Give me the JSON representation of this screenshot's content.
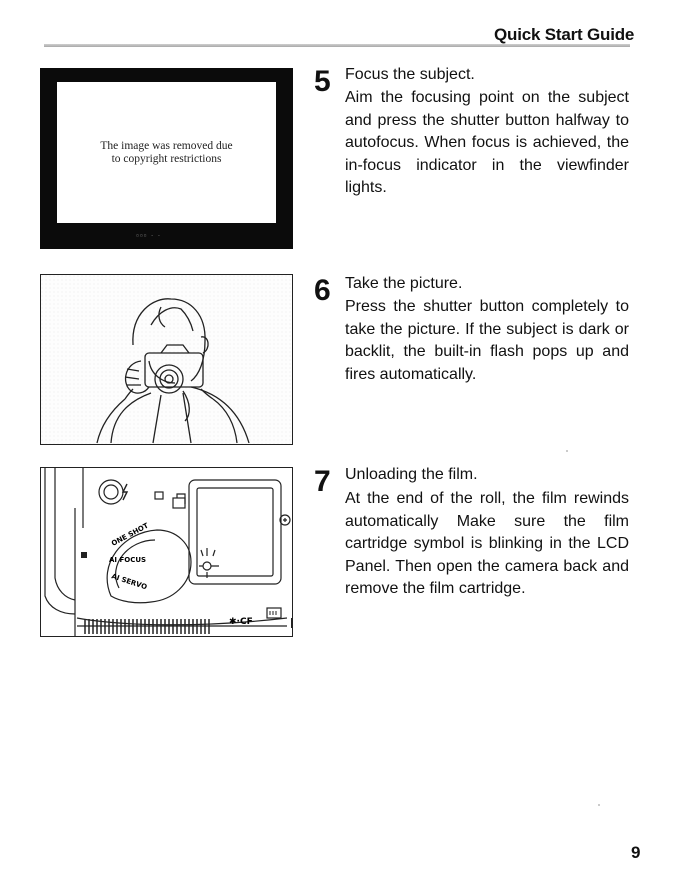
{
  "header": {
    "title": "Quick Start Guide"
  },
  "figures": {
    "viewfinder": {
      "notice_line1": "The image was removed due",
      "notice_line2": "to copyright restrictions"
    },
    "camera_panel": {
      "dial_one_shot": "ONE SHOT",
      "dial_ai_focus": "AI FOCUS",
      "dial_ai_servo": "AI SERVO",
      "cf_label": "✱·CF"
    }
  },
  "steps": [
    {
      "number": "5",
      "title": "Focus the subject.",
      "body": "Aim the focusing point on the subject and press the shutter button halfway to autofocus. When focus is achieved, the in-focus indicator in the viewfinder lights."
    },
    {
      "number": "6",
      "title": "Take the picture.",
      "body": "Press the shutter button completely to take the picture. If the subject is dark or backlit, the built-in flash pops up and fires automatically."
    },
    {
      "number": "7",
      "title": "Unloading the film.",
      "body": "At the end of the roll, the film rewinds automatically Make sure the film cartridge symbol is blinking in the LCD Panel. Then open the camera back and remove the film cartridge."
    }
  ],
  "page_number": "9"
}
